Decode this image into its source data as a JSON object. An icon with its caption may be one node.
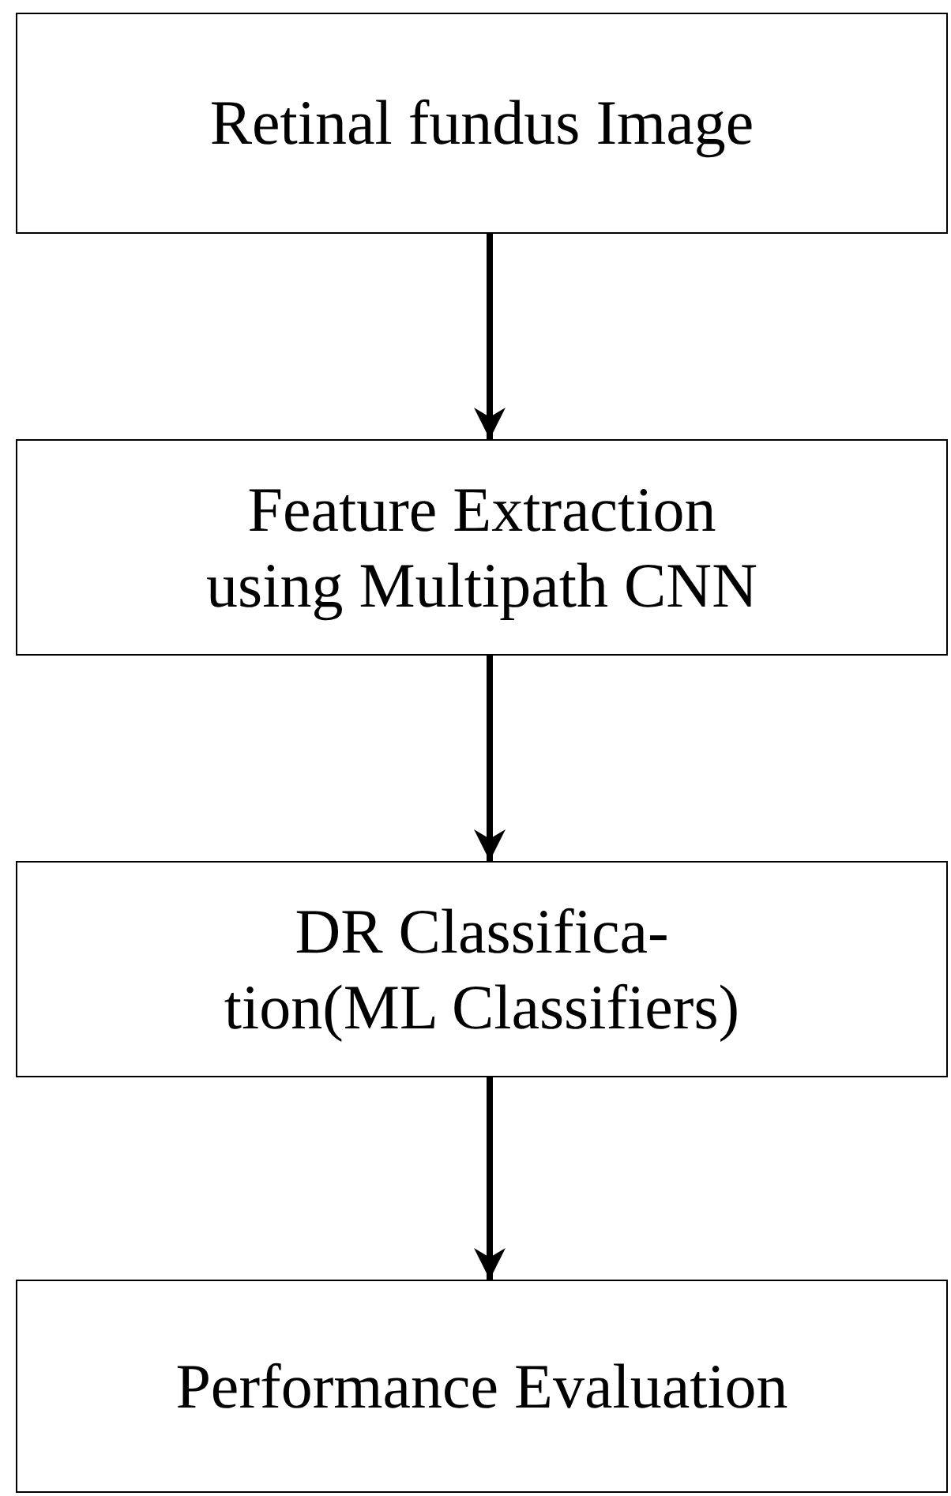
{
  "diagram": {
    "nodes": [
      {
        "text": [
          "Retinal fundus Image"
        ]
      },
      {
        "text": [
          "Feature Extraction using Multipath CNN"
        ]
      },
      {
        "text": [
          "DR Classifica- tion(ML Classifiers)"
        ]
      },
      {
        "text": [
          "Performance Evaluation"
        ]
      }
    ],
    "edges": [
      {
        "from": 0,
        "to": 1,
        "arrow": "to"
      },
      {
        "from": 1,
        "to": 2,
        "arrow": "to"
      },
      {
        "from": 2,
        "to": 3,
        "arrow": "to"
      }
    ]
  }
}
